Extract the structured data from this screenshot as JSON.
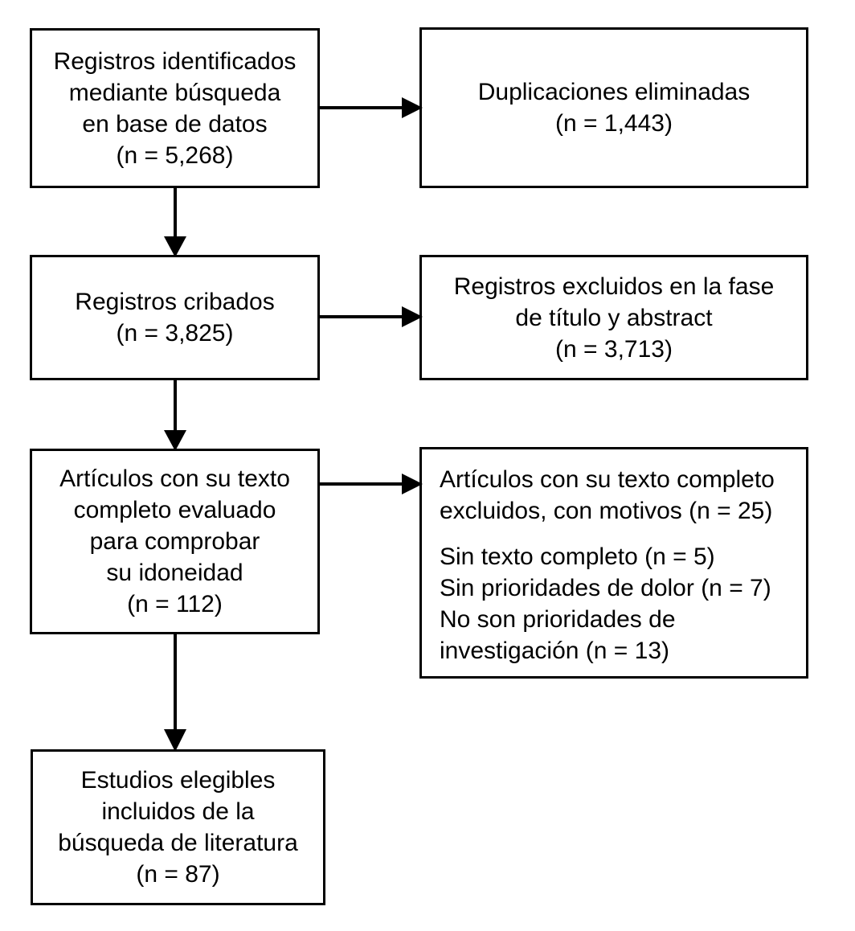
{
  "diagram": {
    "type": "prisma-flow-diagram",
    "language": "es",
    "colors": {
      "box_border": "#000000",
      "background": "#ffffff",
      "text": "#000000",
      "arrow": "#000000"
    },
    "nodes": {
      "identified": {
        "name": "records-identified",
        "lines": [
          "Registros identificados",
          "mediante búsqueda",
          "en base de datos",
          "(n = 5,268)"
        ],
        "count": 5268
      },
      "duplicates": {
        "name": "duplicates-removed",
        "lines": [
          "Duplicaciones eliminadas",
          "(n = 1,443)"
        ],
        "count": 1443
      },
      "screened": {
        "name": "records-screened",
        "lines": [
          "Registros cribados",
          "(n = 3,825)"
        ],
        "count": 3825
      },
      "excluded_title_abstract": {
        "name": "records-excluded-title-abstract",
        "lines": [
          "Registros excluidos en la fase",
          "de título y abstract",
          "(n = 3,713)"
        ],
        "count": 3713
      },
      "fulltext_assessed": {
        "name": "fulltext-assessed-eligibility",
        "lines": [
          "Artículos con su texto",
          "completo evaluado",
          "para comprobar",
          "su idoneidad",
          "(n = 112)"
        ],
        "count": 112
      },
      "fulltext_excluded": {
        "name": "fulltext-excluded-with-reasons",
        "heading": "Artículos con su texto completo excluidos, con motivos (n = 25)",
        "count": 25,
        "reasons": [
          "Sin texto completo (n = 5)",
          "Sin prioridades de dolor (n = 7)",
          "No son prioridades de investigación (n = 13)"
        ]
      },
      "included": {
        "name": "studies-included",
        "lines": [
          "Estudios elegibles",
          "incluidos de la",
          "búsqueda de literatura",
          "(n = 87)"
        ],
        "count": 87
      }
    },
    "connectors": [
      {
        "name": "arrow-identified-to-duplicates",
        "direction": "right"
      },
      {
        "name": "arrow-identified-to-screened",
        "direction": "down"
      },
      {
        "name": "arrow-screened-to-excluded-title-abstract",
        "direction": "right"
      },
      {
        "name": "arrow-screened-to-fulltext",
        "direction": "down"
      },
      {
        "name": "arrow-fulltext-to-excluded-reasons",
        "direction": "right"
      },
      {
        "name": "arrow-fulltext-to-included",
        "direction": "down"
      }
    ]
  }
}
